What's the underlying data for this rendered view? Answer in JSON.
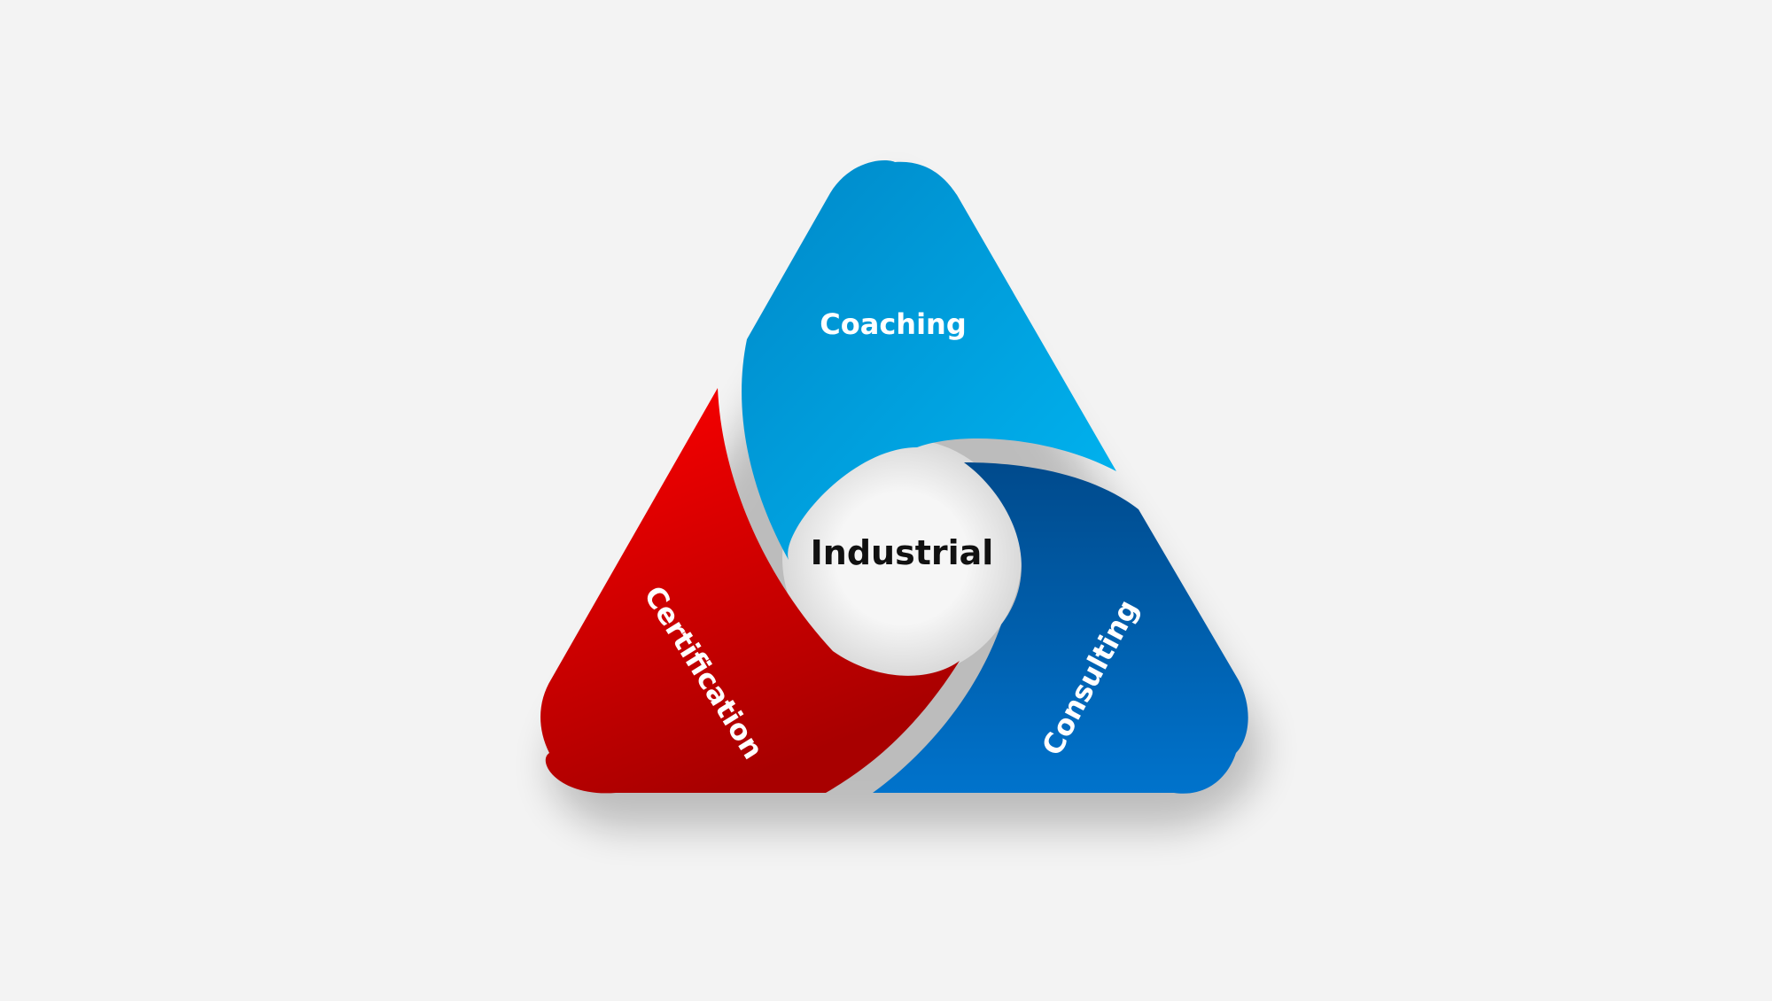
{
  "diagram": {
    "center_label": "Industrial",
    "segments": [
      {
        "id": "coaching",
        "label": "Coaching",
        "color_light": "#00b6f2",
        "color_dark": "#0088c8"
      },
      {
        "id": "certification",
        "label": "Certification",
        "color_light": "#ff0000",
        "color_dark": "#a80000"
      },
      {
        "id": "consulting",
        "label": "Consulting",
        "color_light": "#0073cc",
        "color_dark": "#004a8c"
      }
    ],
    "text_colors": {
      "segment": "#ffffff",
      "center": "#111111"
    }
  }
}
